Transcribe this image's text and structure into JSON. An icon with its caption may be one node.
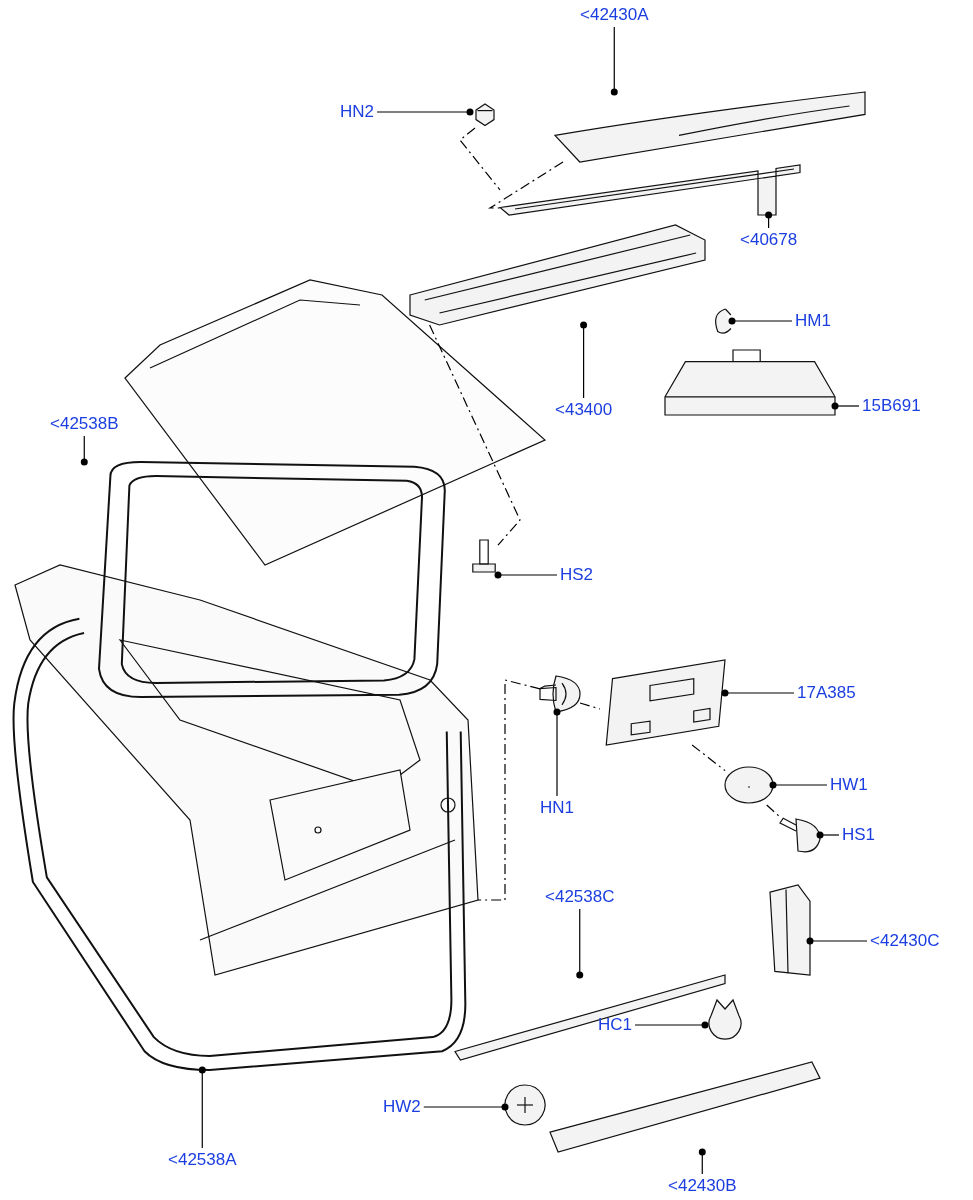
{
  "diagram": {
    "nodes": [
      {
        "text": [
          "<42430A"
        ]
      },
      {
        "text": [
          "HN2"
        ]
      },
      {
        "text": [
          "<40678"
        ]
      },
      {
        "text": [
          "HM1"
        ]
      },
      {
        "text": [
          "<43400"
        ]
      },
      {
        "text": [
          "15B691"
        ]
      },
      {
        "text": [
          "<42538B"
        ]
      },
      {
        "text": [
          "HS2"
        ]
      },
      {
        "text": [
          "17A385"
        ]
      },
      {
        "text": [
          "HW1"
        ]
      },
      {
        "text": [
          "HN1"
        ]
      },
      {
        "text": [
          "HS1"
        ]
      },
      {
        "text": [
          "<42538C"
        ]
      },
      {
        "text": [
          "<42430C"
        ]
      },
      {
        "text": [
          "HC1"
        ]
      },
      {
        "text": [
          "HW2"
        ]
      },
      {
        "text": [
          "<42538A"
        ]
      },
      {
        "text": [
          "<42430B"
        ]
      },
      {
        "text": [],
        "shape": "picture"
      },
      {
        "text": [],
        "shape": "picture"
      },
      {
        "text": [],
        "shape": "picture"
      },
      {
        "text": [],
        "shape": "picture"
      },
      {
        "text": [],
        "shape": "picture"
      },
      {
        "text": [],
        "shape": "picture"
      },
      {
        "text": [],
        "shape": "picture"
      },
      {
        "text": [],
        "shape": "picture"
      },
      {
        "text": [],
        "shape": "picture"
      },
      {
        "text": [],
        "shape": "picture"
      },
      {
        "text": [],
        "shape": "picture"
      },
      {
        "text": [],
        "shape": "picture"
      },
      {
        "text": [],
        "shape": "picture"
      },
      {
        "text": [],
        "shape": "picture"
      },
      {
        "text": [],
        "shape": "picture"
      },
      {
        "text": [],
        "shape": "picture"
      },
      {
        "text": [],
        "shape": "picture"
      },
      {
        "text": [],
        "shape": "picture"
      },
      {
        "text": [],
        "shape": "picture"
      }
    ],
    "edges": [
      {
        "from": 0,
        "to": 18,
        "arrow": "other"
      },
      {
        "from": 1,
        "to": 19,
        "arrow": "other"
      },
      {
        "from": 2,
        "to": 20,
        "arrow": "other"
      },
      {
        "from": 3,
        "to": 21,
        "arrow": "other"
      },
      {
        "from": 4,
        "to": 22,
        "arrow": "other"
      },
      {
        "from": 5,
        "to": 23,
        "arrow": "other"
      },
      {
        "from": 6,
        "to": 24,
        "arrow": "other"
      },
      {
        "from": 7,
        "to": 25,
        "arrow": "other"
      },
      {
        "from": 8,
        "to": 26,
        "arrow": "other"
      },
      {
        "from": 9,
        "to": 27,
        "arrow": "other"
      },
      {
        "from": 10,
        "to": 28,
        "arrow": "other"
      },
      {
        "from": 11,
        "to": 29,
        "arrow": "other"
      },
      {
        "from": 12,
        "to": 30,
        "arrow": "other"
      },
      {
        "from": 13,
        "to": 31,
        "arrow": "other"
      },
      {
        "from": 14,
        "to": 32,
        "arrow": "other"
      },
      {
        "from": 15,
        "to": 33,
        "arrow": "other"
      },
      {
        "from": 16,
        "to": 34,
        "arrow": "other"
      },
      {
        "from": 17,
        "to": 35,
        "arrow": "other"
      },
      {
        "from": 19,
        "to": 20,
        "arrow": "none",
        "style": "dashed"
      },
      {
        "from": 18,
        "to": 20,
        "arrow": "none",
        "style": "dashed"
      },
      {
        "from": 22,
        "to": 25,
        "arrow": "none",
        "style": "dashed"
      },
      {
        "from": 28,
        "to": 36,
        "arrow": "none",
        "style": "dashed"
      },
      {
        "from": 28,
        "to": 26,
        "arrow": "none",
        "style": "dashed"
      },
      {
        "from": 26,
        "to": 27,
        "arrow": "none",
        "style": "dashed"
      },
      {
        "from": 27,
        "to": 29,
        "arrow": "none",
        "style": "dashed"
      }
    ]
  }
}
